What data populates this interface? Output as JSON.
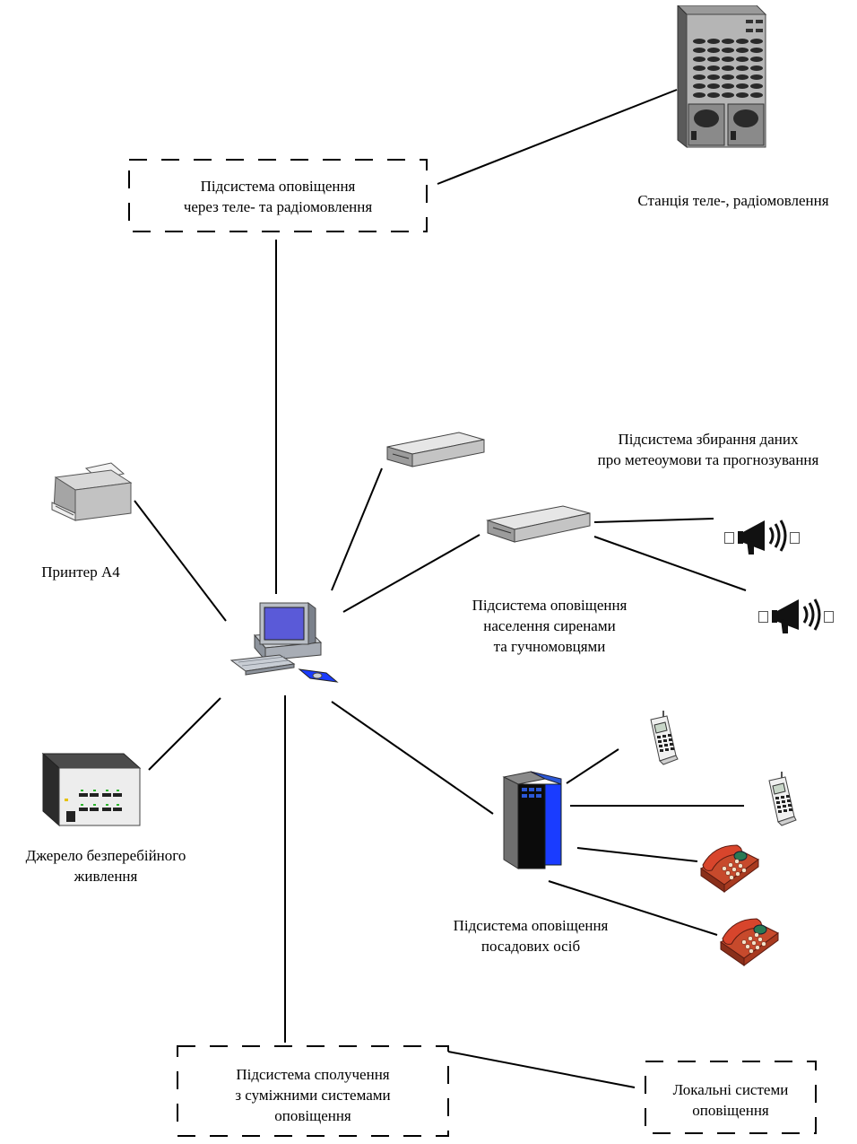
{
  "boxes": {
    "tv_radio": [
      "Підсистема оповіщення",
      "через теле- та радіомовлення"
    ],
    "link": [
      "Підсистема сполучення",
      "з суміжними системами",
      "оповіщення"
    ],
    "local": [
      "Локальні системи",
      "оповіщення"
    ]
  },
  "labels": {
    "station": [
      "Станція теле-, радіомовлення"
    ],
    "printer": [
      "Принтер А4"
    ],
    "meteo": [
      "Підсистема збирання даних",
      "про метеоумови та прогнозування"
    ],
    "sirens": [
      "Підсистема оповіщення",
      "населення сиренами",
      "та гучномовцями"
    ],
    "ups": [
      "Джерело безперебійного",
      "живлення"
    ],
    "officials": [
      "Підсистема оповіщення",
      "посадових осіб"
    ]
  },
  "colors": {
    "line": "#000000",
    "monitor_screen": "#5a5ad8",
    "server_blue": "#1a3cff",
    "phone_red": "#d8452c"
  },
  "icons": [
    "server-rack-icon",
    "printer-icon",
    "computer-icon",
    "modem-icon",
    "loudspeaker-icon",
    "ups-icon",
    "mobile-phone-icon",
    "desk-phone-icon",
    "pbx-server-icon"
  ]
}
